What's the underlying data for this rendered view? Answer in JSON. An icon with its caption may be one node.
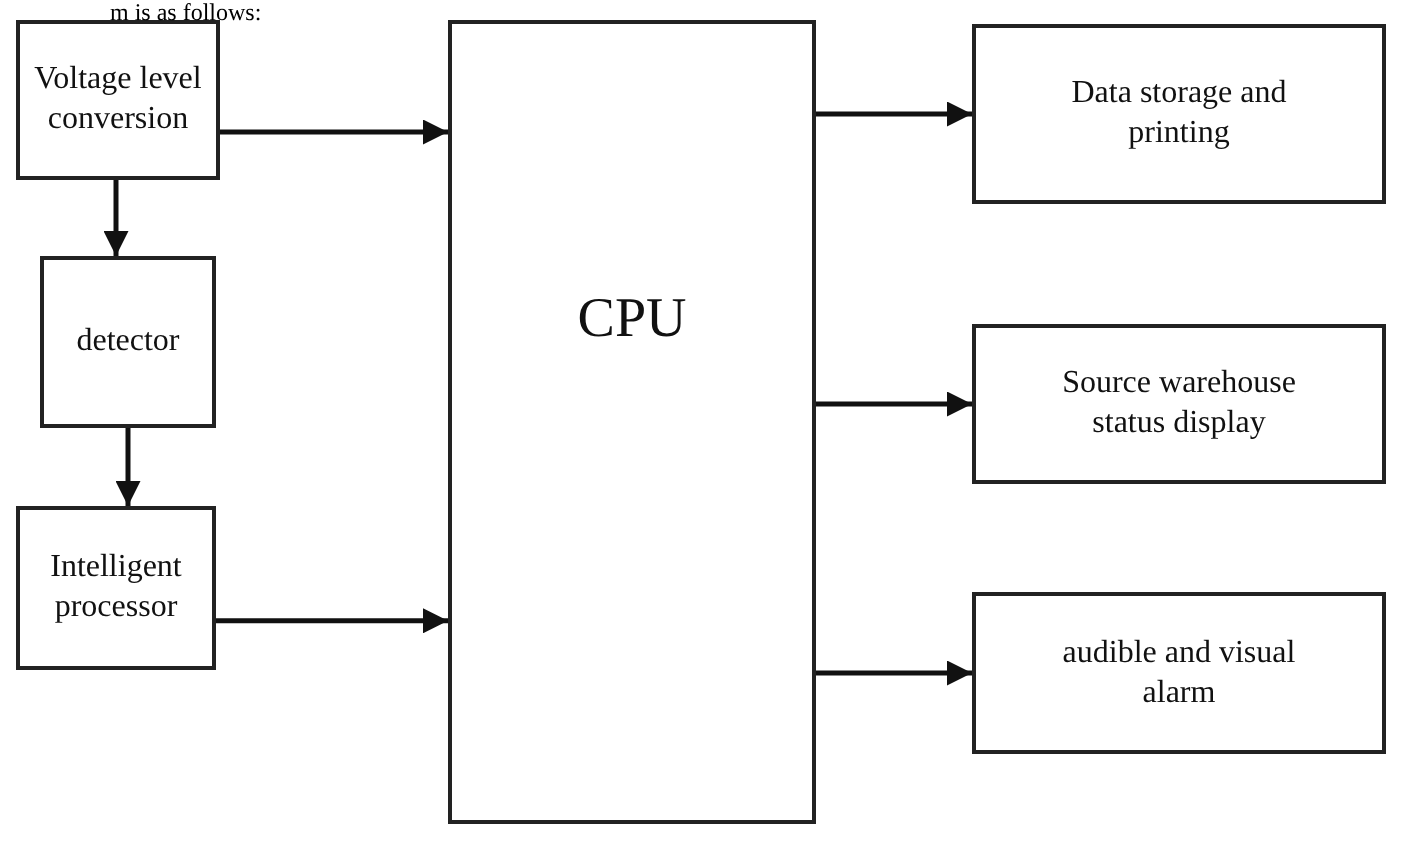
{
  "diagram": {
    "nodes": [
      {
        "text": [
          "Voltage level conversion"
        ]
      },
      {
        "text": [
          "detector"
        ]
      },
      {
        "text": [
          "Intelligent processor"
        ]
      },
      {
        "text": [
          "CPU"
        ]
      },
      {
        "text": [
          "Data storage and printing"
        ]
      },
      {
        "text": [
          "Source warehouse status display"
        ]
      },
      {
        "text": [
          "audible and visual alarm"
        ]
      }
    ],
    "edges": [
      {
        "from": 0,
        "to": 3,
        "arrow": "to"
      },
      {
        "from": 0,
        "to": 1,
        "arrow": "to"
      },
      {
        "from": 1,
        "to": 2,
        "arrow": "to"
      },
      {
        "from": 2,
        "to": 3,
        "arrow": "to"
      },
      {
        "from": 3,
        "to": 4,
        "arrow": "to"
      },
      {
        "from": 3,
        "to": 5,
        "arrow": "to"
      },
      {
        "from": 3,
        "to": 6,
        "arrow": "to"
      }
    ],
    "labels": [
      "m is as follows:"
    ]
  }
}
